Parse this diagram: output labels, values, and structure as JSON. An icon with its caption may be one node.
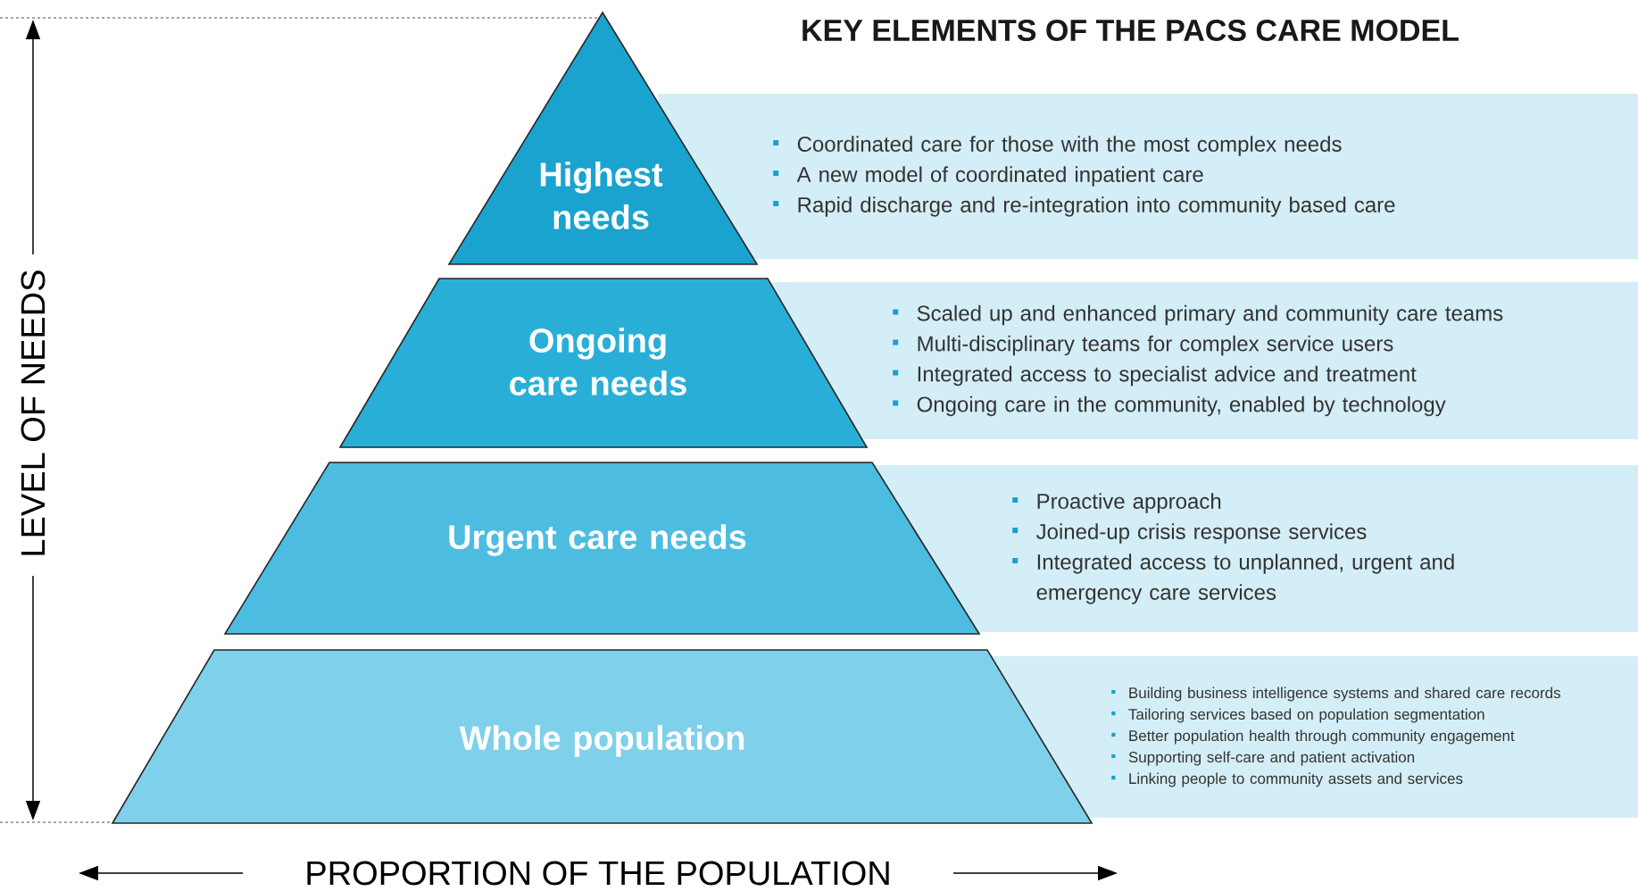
{
  "diagram": {
    "title": "KEY ELEMENTS OF THE PACS CARE MODEL",
    "nodes": [
      {
        "text": [
          "Highest needs"
        ]
      },
      {
        "text": [
          "Coordinated care for those with the most complex needs",
          "A new model of coordinated inpatient care",
          "Rapid discharge and re-integration into community based care"
        ]
      },
      {
        "text": [
          "Ongoing care needs"
        ]
      },
      {
        "text": [
          "Scaled up and enhanced primary and community care teams",
          "Multi-disciplinary teams for complex service users",
          "Integrated access to specialist advice and treatment",
          "Ongoing care in the community, enabled by technology"
        ]
      },
      {
        "text": [
          "Urgent care needs"
        ]
      },
      {
        "text": [
          "Proactive approach",
          "Joined-up crisis response services",
          "Integrated access to unplanned, urgent and emergency care services"
        ]
      },
      {
        "text": [
          "Whole population"
        ]
      },
      {
        "text": [
          "Building business intelligence systems and shared care records",
          "Tailoring services based on population segmentation",
          "Better population health through community engagement",
          "Supporting self-care and patient activation",
          "Linking people to community assets and services"
        ]
      }
    ],
    "labels": [
      "LEVEL OF NEEDS",
      "PROPORTION OF THE POPULATION"
    ]
  }
}
